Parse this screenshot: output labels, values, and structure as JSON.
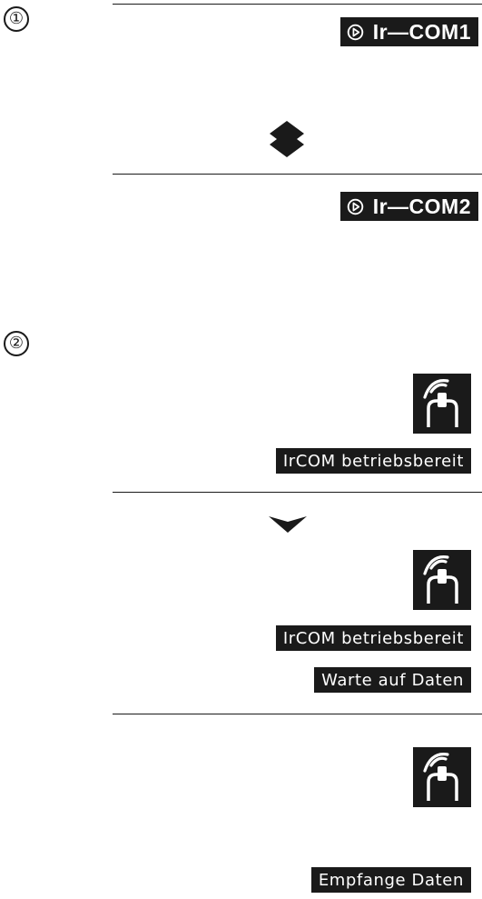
{
  "steps": {
    "step1": "①",
    "step2": "②"
  },
  "section1": {
    "mode_a": "Ir—COM1",
    "mode_b": "Ir—COM2",
    "play_icon": "play-circle-icon",
    "toggle_icon": "up-down-arrow-icon"
  },
  "section2": {
    "ready": "IrCOM betriebsbereit",
    "ready_again": "IrCOM betriebsbereit",
    "waiting": "Warte auf Daten",
    "receiving": "Empfange Daten",
    "infrared_icon": "infrared-transceiver-icon",
    "next_icon": "down-arrow-icon"
  },
  "colors": {
    "ink": "#1a1a1a",
    "paper": "#ffffff"
  }
}
